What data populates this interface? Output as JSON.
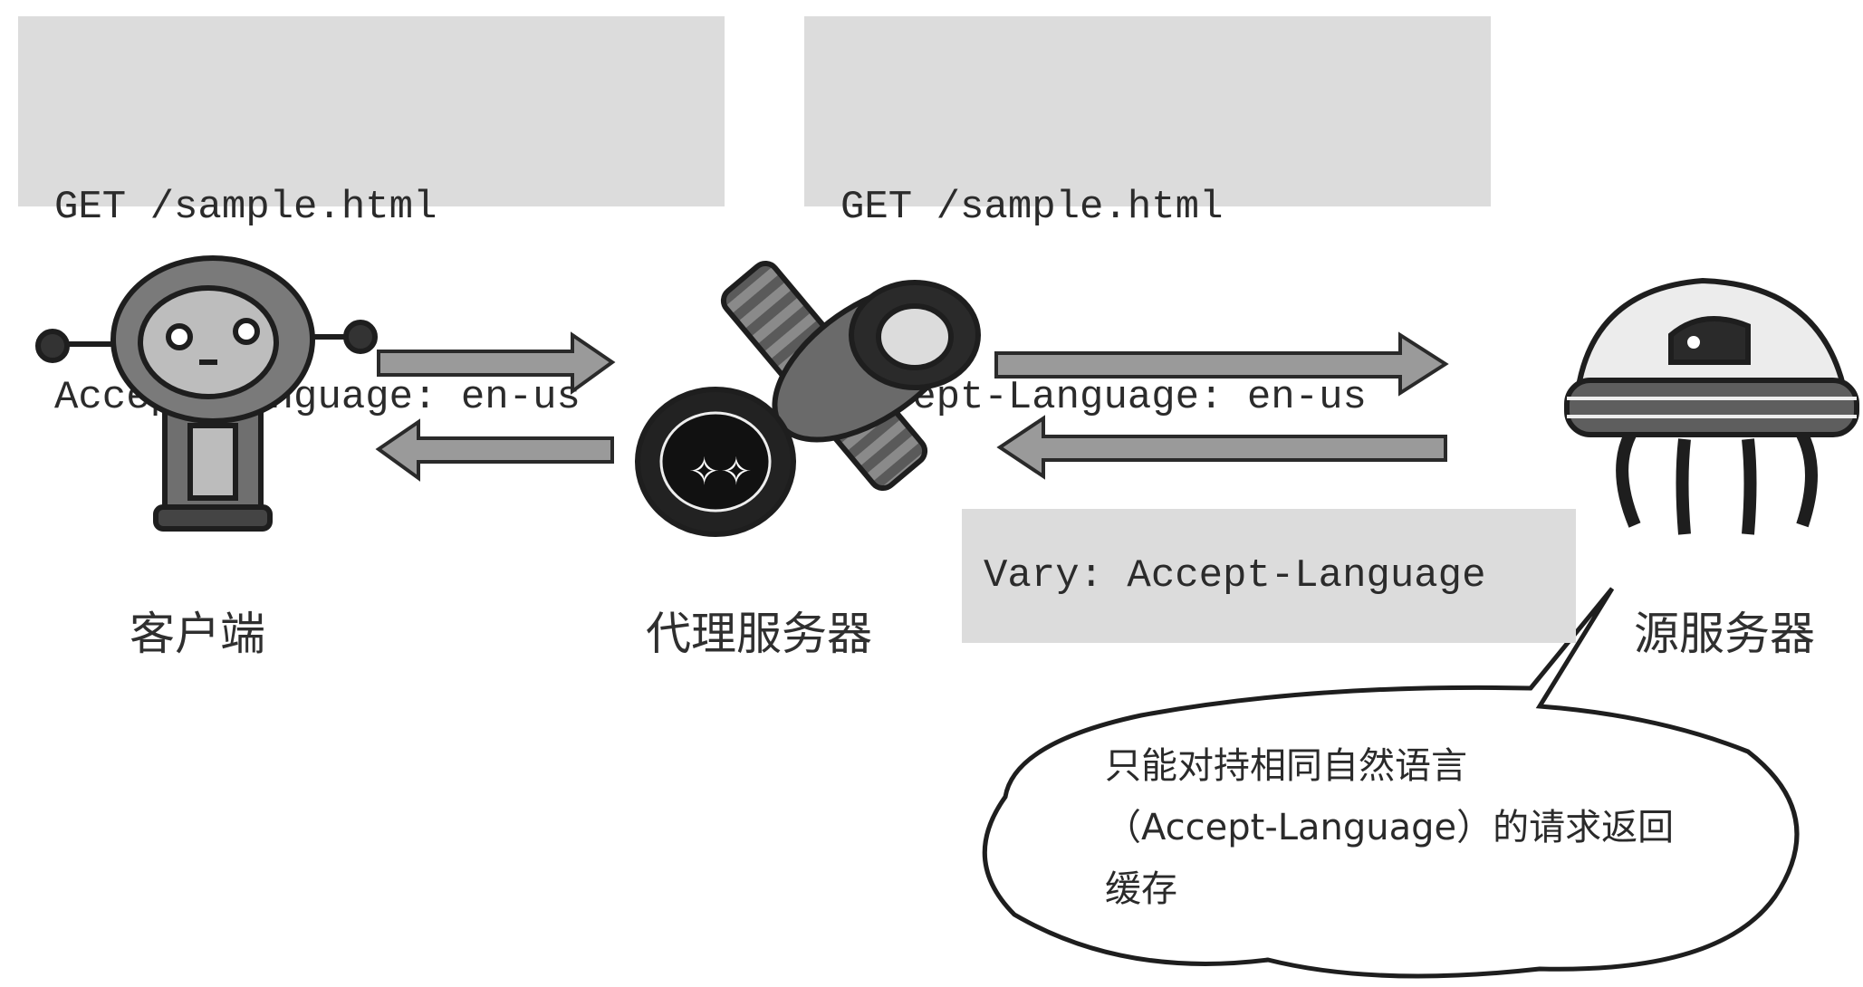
{
  "requests": {
    "client_to_proxy": [
      "GET /sample.html",
      "Accept-Language: en-us"
    ],
    "proxy_to_origin": [
      "GET /sample.html",
      "Accept-Language: en-us"
    ]
  },
  "response_header": "Vary: Accept-Language",
  "nodes": {
    "client": "客户端",
    "proxy": "代理服务器",
    "origin": "源服务器"
  },
  "note_lines": [
    "只能对持相同自然语言",
    "（Accept-Language）的请求返回",
    "缓存"
  ],
  "colors": {
    "box_fill": "#dcdcdc",
    "arrow_fill": "#9a9a9a",
    "ink": "#222222"
  }
}
